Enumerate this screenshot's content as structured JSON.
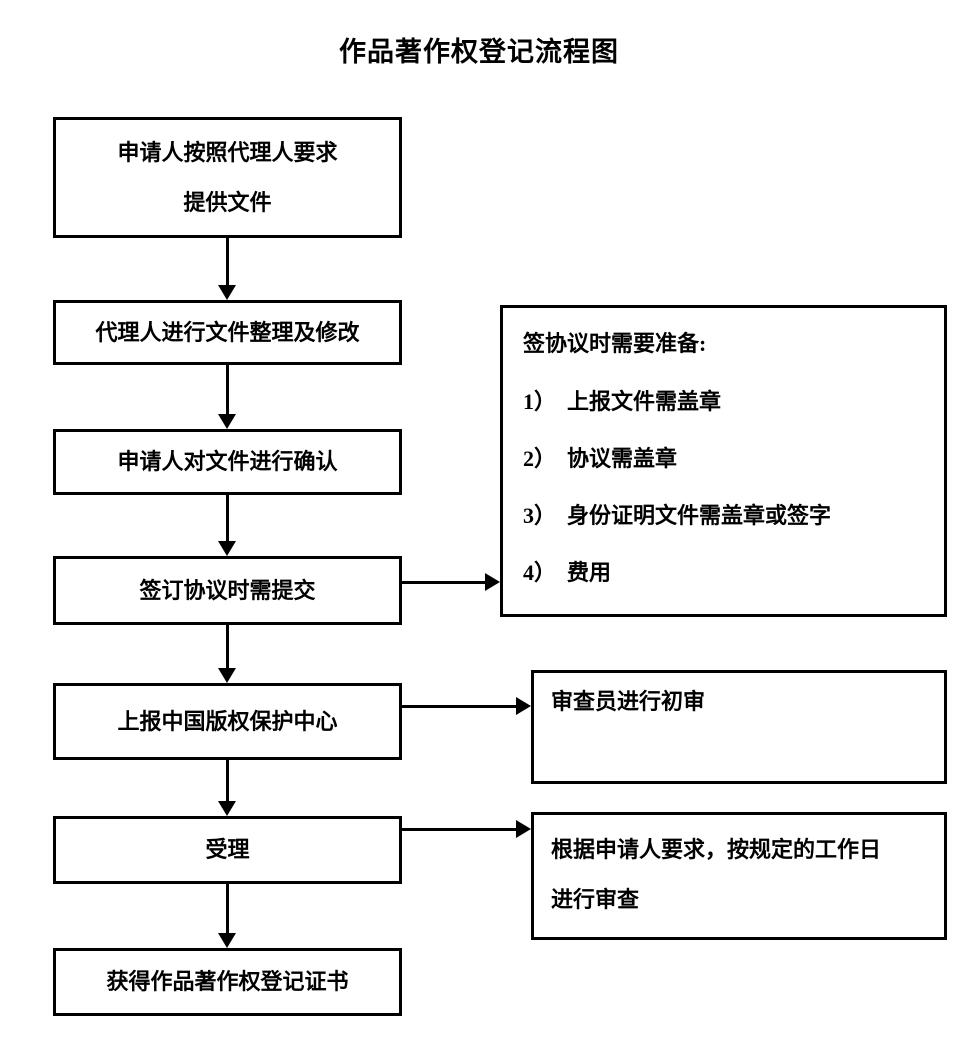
{
  "title": "作品著作权登记流程图",
  "flow": {
    "main_steps": [
      {
        "id": "step-1",
        "lines": [
          "申请人按照代理人要求",
          "提供文件"
        ]
      },
      {
        "id": "step-2",
        "lines": [
          "代理人进行文件整理及修改"
        ]
      },
      {
        "id": "step-3",
        "lines": [
          "申请人对文件进行确认"
        ]
      },
      {
        "id": "step-4",
        "lines": [
          "签订协议时需提交"
        ]
      },
      {
        "id": "step-5",
        "lines": [
          "上报中国版权保护中心"
        ]
      },
      {
        "id": "step-6",
        "lines": [
          "受理"
        ]
      },
      {
        "id": "step-7",
        "lines": [
          "获得作品著作权登记证书"
        ]
      }
    ],
    "side_notes": [
      {
        "id": "note-preparation",
        "heading": "签协议时需要准备:",
        "items": [
          {
            "num": "1）",
            "text": "上报文件需盖章"
          },
          {
            "num": "2）",
            "text": "协议需盖章"
          },
          {
            "num": "3）",
            "text": "身份证明文件需盖章或签字"
          },
          {
            "num": "4）",
            "text": "费用"
          }
        ]
      },
      {
        "id": "note-examiner",
        "lines": [
          "审查员进行初审"
        ]
      },
      {
        "id": "note-review",
        "lines": [
          "根据申请人要求，按规定的工作日",
          "进行审查"
        ]
      }
    ]
  },
  "colors": {
    "stroke": "#000000",
    "fill": "#ffffff",
    "text": "#000000"
  }
}
